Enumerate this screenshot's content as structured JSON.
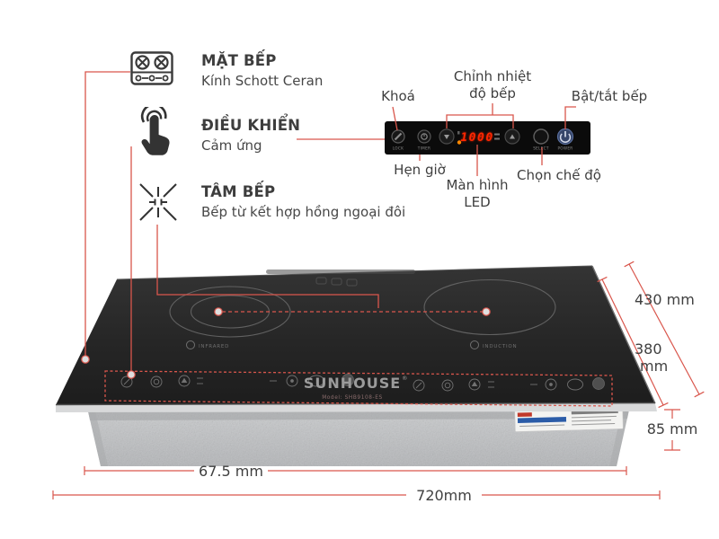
{
  "features": [
    {
      "title": "MẶT BẾP",
      "subtitle": "Kính Schott Ceran",
      "icon": "stove-top-icon"
    },
    {
      "title": "ĐIỀU KHIỂN",
      "subtitle": "Cảm ứng",
      "icon": "touch-finger-icon"
    },
    {
      "title": "TÂM BẾP",
      "subtitle": "Bếp từ kết hợp hồng ngoại đôi",
      "icon": "burner-center-icon"
    }
  ],
  "control_panel": {
    "callouts": {
      "lock": "Khoá",
      "temp_line1": "Chỉnh nhiệt",
      "temp_line2": "độ bếp",
      "power": "Bật/tắt bếp",
      "timer": "Hẹn giờ",
      "display_line1": "Màn hình",
      "display_line2": "LED",
      "mode": "Chọn chế độ"
    },
    "button_labels": {
      "lock": "LOCK",
      "timer": "TIMER",
      "select": "SELECT",
      "power": "POWER"
    },
    "led_value": "1000"
  },
  "product": {
    "brand": "SUNHOUSE",
    "reg_mark": "®",
    "model": "Model: SHB9108-ES",
    "left_zone": "INFRARED",
    "right_zone": "INDUCTION"
  },
  "dimensions": {
    "top_width": "430 mm",
    "depth_line1": "380",
    "depth_line2": "mm",
    "height": "85 mm",
    "inner_width": "67.5 mm",
    "outer_width": "720mm"
  },
  "colors": {
    "callout_red": "#d9564c",
    "label_text": "#3f3f3f",
    "panel_black": "#0b0b0b",
    "led_red": "#ff2600",
    "glass_dark": "#262626",
    "base_gray": "#c3c5c7"
  }
}
